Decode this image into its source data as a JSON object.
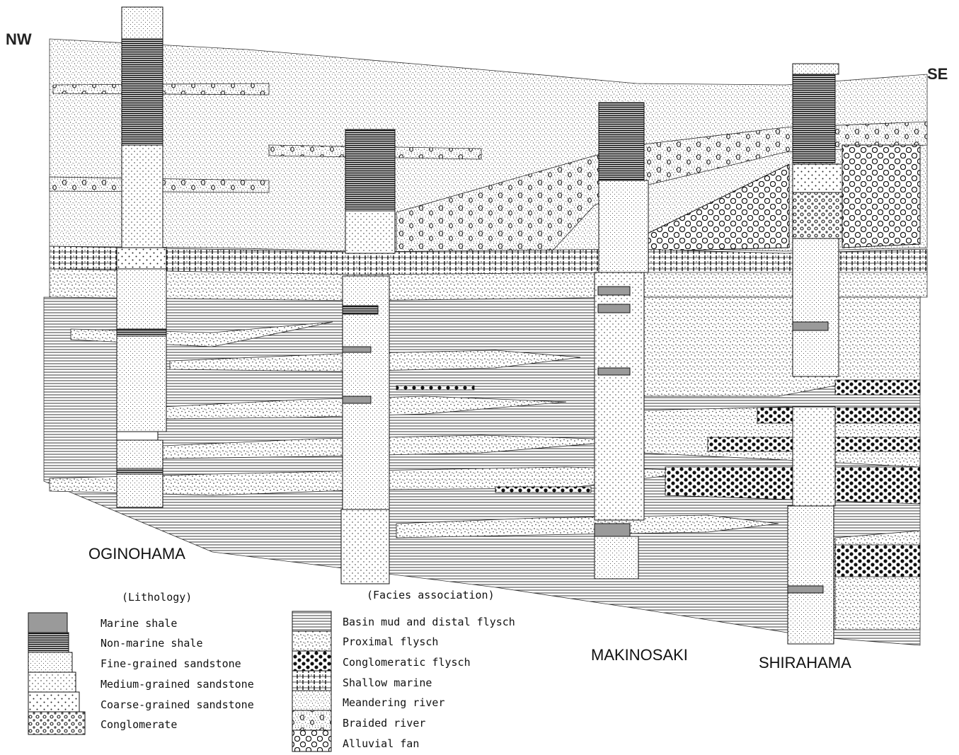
{
  "orientation": {
    "left": "NW",
    "right": "SE"
  },
  "localities": [
    {
      "id": "oginohama",
      "name": "OGINOHAMA"
    },
    {
      "id": "makinosaki",
      "name": "MAKINOSAKI"
    },
    {
      "id": "shirahama",
      "name": "SHIRAHAMA"
    }
  ],
  "lithology_legend": {
    "title": "(Lithology)",
    "items": [
      {
        "key": "marine-shale",
        "label": "Marine shale"
      },
      {
        "key": "non-marine-shale",
        "label": "Non-marine shale"
      },
      {
        "key": "fine-sandstone",
        "label": "Fine-grained sandstone"
      },
      {
        "key": "medium-sandstone",
        "label": "Medium-grained sandstone"
      },
      {
        "key": "coarse-sandstone",
        "label": "Coarse-grained sandstone"
      },
      {
        "key": "conglomerate",
        "label": "Conglomerate"
      }
    ]
  },
  "facies_legend": {
    "title": "(Facies association)",
    "items": [
      {
        "key": "basin-mud",
        "label": "Basin mud and distal flysch"
      },
      {
        "key": "proximal-flysch",
        "label": "Proximal flysch"
      },
      {
        "key": "conglomeratic-flysch",
        "label": "Conglomeratic flysch"
      },
      {
        "key": "shallow-marine",
        "label": "Shallow marine"
      },
      {
        "key": "meandering-river",
        "label": "Meandering river"
      },
      {
        "key": "braided-river",
        "label": "Braided river"
      },
      {
        "key": "alluvial-fan",
        "label": "Alluvial fan"
      }
    ]
  },
  "colors": {
    "ink": "#111111",
    "shale_fill": "#9a9a9a",
    "paper": "#ffffff"
  }
}
